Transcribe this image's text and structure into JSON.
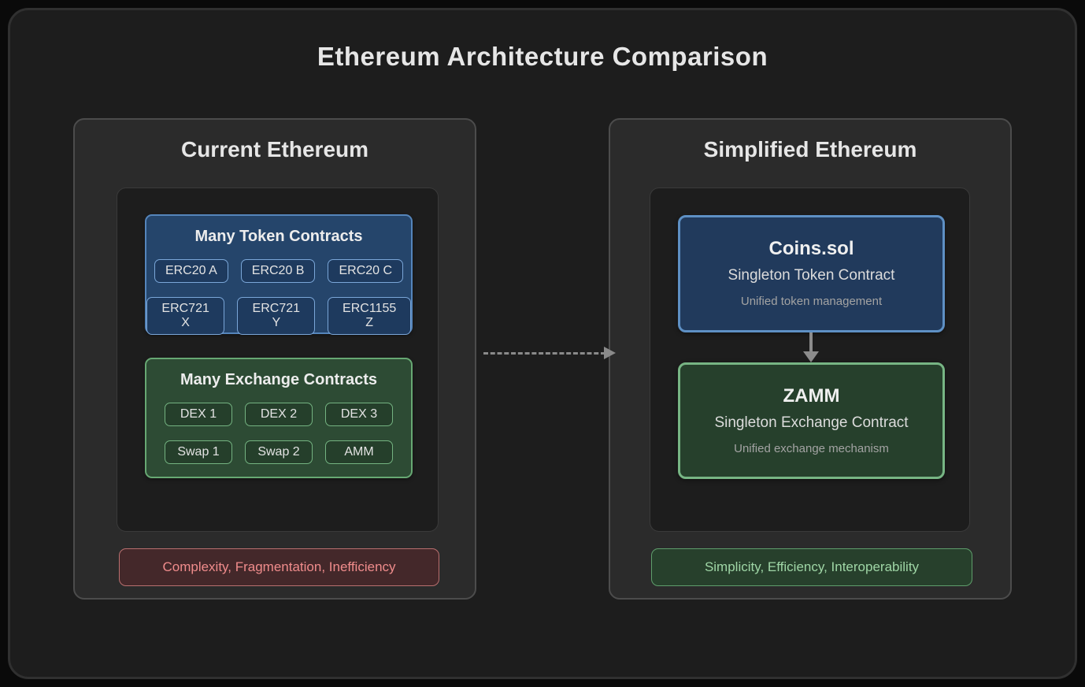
{
  "title": "Ethereum Architecture Comparison",
  "colors": {
    "background": "#1d1d1d",
    "panel": "#2b2b2b",
    "blue_box": "#25456b",
    "blue_border": "#5585bb",
    "green_box": "#2d4b34",
    "green_border": "#67a873",
    "red_badge_text": "#f08c8c",
    "green_badge_text": "#9fd6a6",
    "arrow": "#8a8a8a"
  },
  "left_panel": {
    "title": "Current Ethereum",
    "token_group": {
      "title": "Many Token Contracts",
      "chips": [
        "ERC20 A",
        "ERC20 B",
        "ERC20 C",
        "ERC721 X",
        "ERC721 Y",
        "ERC1155 Z"
      ]
    },
    "exchange_group": {
      "title": "Many Exchange Contracts",
      "chips": [
        "DEX 1",
        "DEX 2",
        "DEX 3",
        "Swap 1",
        "Swap 2",
        "AMM"
      ]
    },
    "badge": "Complexity, Fragmentation, Inefficiency"
  },
  "right_panel": {
    "title": "Simplified Ethereum",
    "coins_box": {
      "title": "Coins.sol",
      "subtitle": "Singleton Token Contract",
      "note": "Unified token management"
    },
    "zamm_box": {
      "title": "ZAMM",
      "subtitle": "Singleton Exchange Contract",
      "note": "Unified exchange mechanism"
    },
    "badge": "Simplicity, Efficiency, Interoperability"
  }
}
